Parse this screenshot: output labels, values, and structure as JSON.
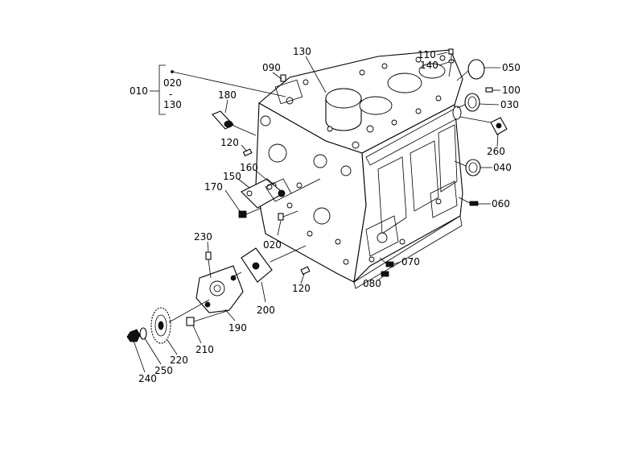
{
  "labels": {
    "p010": "010",
    "p020_group": "020",
    "p130_group": "130",
    "p_group_dash": "-",
    "p020": "020",
    "p030": "030",
    "p040": "040",
    "p050": "050",
    "p060": "060",
    "p070": "070",
    "p080": "080",
    "p090": "090",
    "p100": "100",
    "p110": "110",
    "p120_a": "120",
    "p120_b": "120",
    "p130": "130",
    "p140": "140",
    "p150": "150",
    "p160": "160",
    "p170": "170",
    "p180": "180",
    "p190": "190",
    "p200": "200",
    "p210": "210",
    "p220": "220",
    "p230": "230",
    "p240": "240",
    "p250": "250",
    "p260": "260"
  }
}
